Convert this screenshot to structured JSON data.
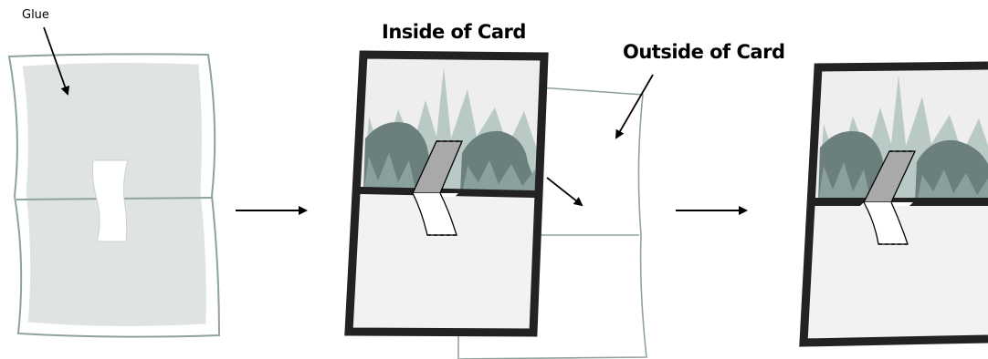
{
  "labels": {
    "glue": "Glue",
    "inside_of_card": "Inside of Card",
    "outside_of_card": "Outside of Card"
  },
  "colors": {
    "card_border": "#222222",
    "paper_outline": "#8fa39b",
    "glue_fill": "#dfe4e3",
    "grass_dark": "#6b7f7d",
    "grass_light": "#b9c9c6",
    "popup_tab_fill": "#a9a9a9",
    "panel_fill": "#f2f2f2"
  }
}
